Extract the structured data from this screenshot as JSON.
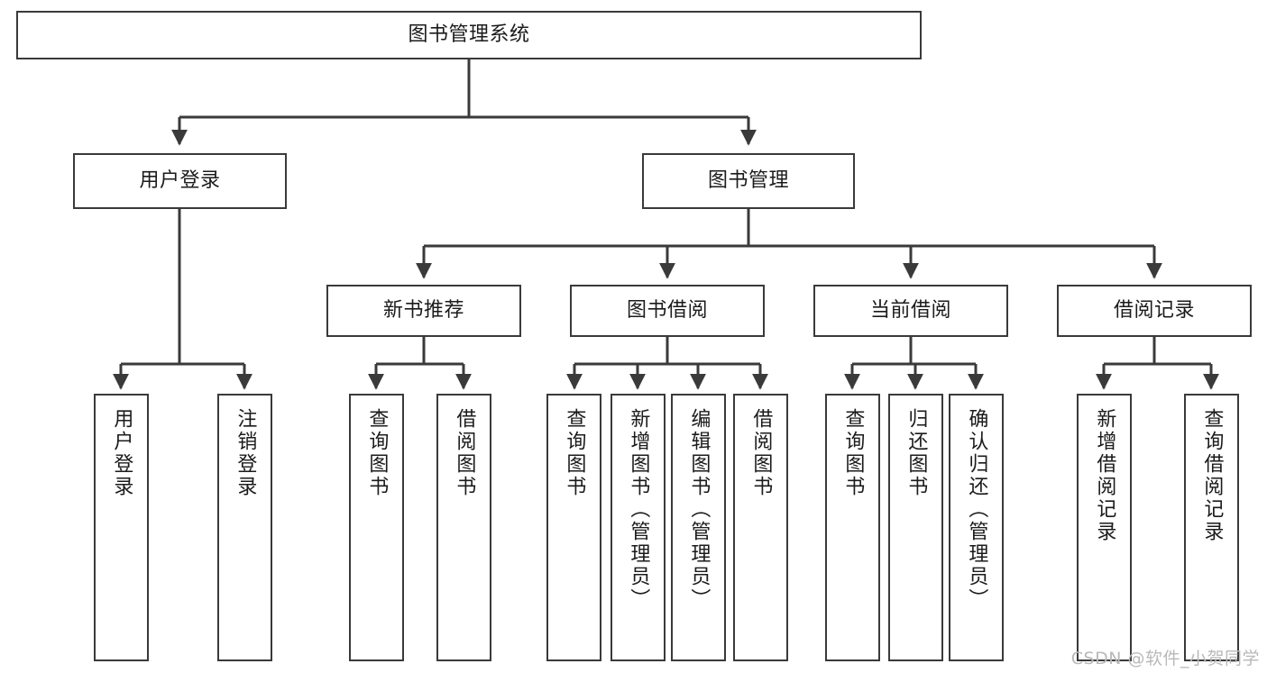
{
  "diagram": {
    "title": "图书管理系统",
    "watermark": "CSDN @软件_小贺同学",
    "style": {
      "border_color": "#3a3a3a",
      "text_color": "#1b1b1b",
      "background": "#ffffff",
      "watermark_color": "#b9b9b9"
    },
    "root": {
      "id": "root",
      "label": "图书管理系统"
    },
    "level2": [
      {
        "id": "user-login",
        "label": "用户登录"
      },
      {
        "id": "book-manage",
        "label": "图书管理"
      }
    ],
    "level3": [
      {
        "id": "new-book-rec",
        "label": "新书推荐"
      },
      {
        "id": "book-borrow",
        "label": "图书借阅"
      },
      {
        "id": "current-borrow",
        "label": "当前借阅"
      },
      {
        "id": "borrow-record",
        "label": "借阅记录"
      }
    ],
    "leaves": {
      "user_login": [
        {
          "id": "leaf-user-login",
          "label": "用户登录"
        },
        {
          "id": "leaf-logout-login",
          "label": "注销登录"
        }
      ],
      "new_book_rec": [
        {
          "id": "leaf-query-book-1",
          "label": "查询图书"
        },
        {
          "id": "leaf-borrow-book-1",
          "label": "借阅图书"
        }
      ],
      "book_borrow": [
        {
          "id": "leaf-query-book-2",
          "label": "查询图书"
        },
        {
          "id": "leaf-add-book",
          "label": "新增图书（管理员）"
        },
        {
          "id": "leaf-edit-book",
          "label": "编辑图书（管理员）"
        },
        {
          "id": "leaf-borrow-book-2",
          "label": "借阅图书"
        }
      ],
      "current_borrow": [
        {
          "id": "leaf-query-book-3",
          "label": "查询图书"
        },
        {
          "id": "leaf-return-book",
          "label": "归还图书"
        },
        {
          "id": "leaf-confirm-return",
          "label": "确认归还（管理员）"
        }
      ],
      "borrow_record": [
        {
          "id": "leaf-add-record",
          "label": "新增借阅记录"
        },
        {
          "id": "leaf-query-record",
          "label": "查询借阅记录"
        }
      ]
    }
  }
}
